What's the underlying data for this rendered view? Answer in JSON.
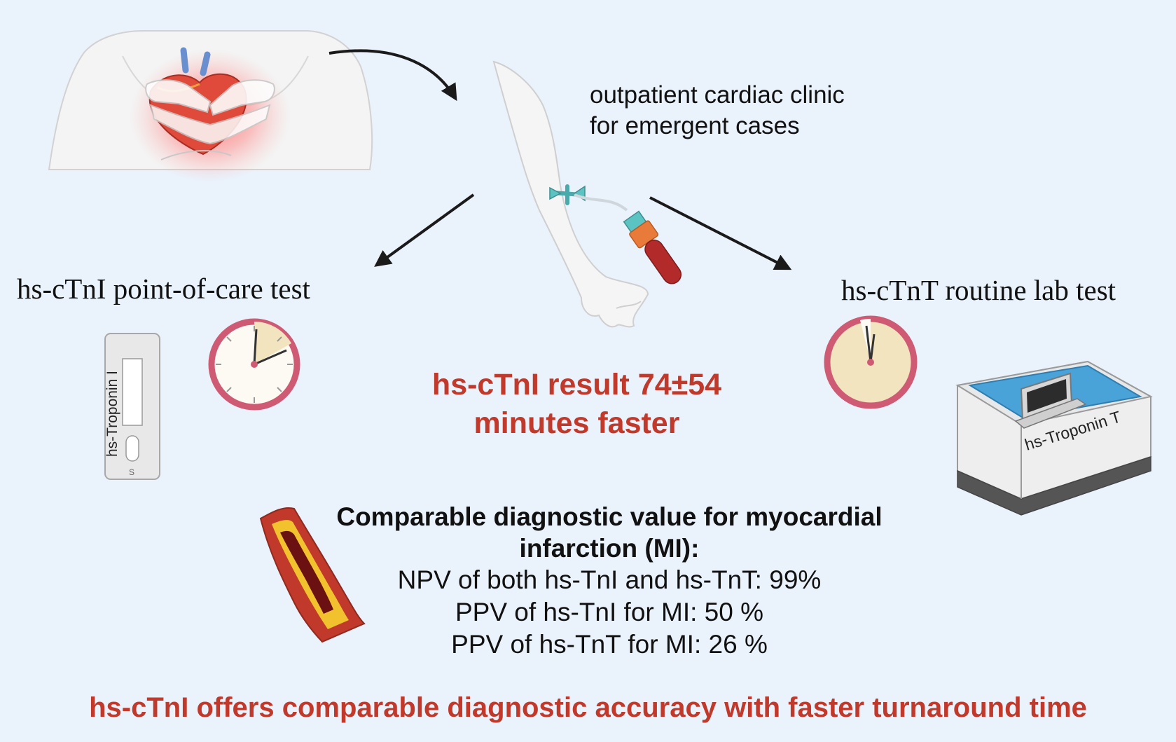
{
  "clinic": {
    "line1": "outpatient cardiac clinic",
    "line2": "for emergent cases"
  },
  "poc": {
    "title": "hs-cTnI point-of-care test",
    "cassette_label": "hs-Troponin I",
    "sample_mark": "S"
  },
  "lab": {
    "title": "hs-cTnT routine lab test",
    "analyzer_label": "hs-Troponin T"
  },
  "result": {
    "line1": "hs-cTnI result 74±54",
    "line2": "minutes faster"
  },
  "findings": {
    "heading_line1": "Comparable diagnostic value for myocardial",
    "heading_line2": "infarction (MI):",
    "npv": "NPV of both hs-TnI and hs-TnT: 99%",
    "ppv_tni": "PPV of hs-TnI for MI: 50 %",
    "ppv_tnt": "PPV of hs-TnT for MI: 26 %"
  },
  "conclusion": "hs-cTnI offers comparable diagnostic accuracy with faster turnaround time",
  "colors": {
    "background": "#eaf2fb",
    "accent_red": "#c0392b",
    "clock_rim": "#cf5a74",
    "clock_wedge": "#f3e4c0",
    "iv_teal": "#5cc3c3",
    "tube_orange": "#e87a3a",
    "blood": "#b22a2a",
    "plaque_yellow": "#f2c12e"
  },
  "icons": [
    "chest-pain-icon",
    "arm-blood-draw-icon",
    "stopwatch-icon",
    "troponin-cassette-icon",
    "lab-analyzer-icon",
    "artery-plaque-icon",
    "flow-arrow-icon"
  ]
}
